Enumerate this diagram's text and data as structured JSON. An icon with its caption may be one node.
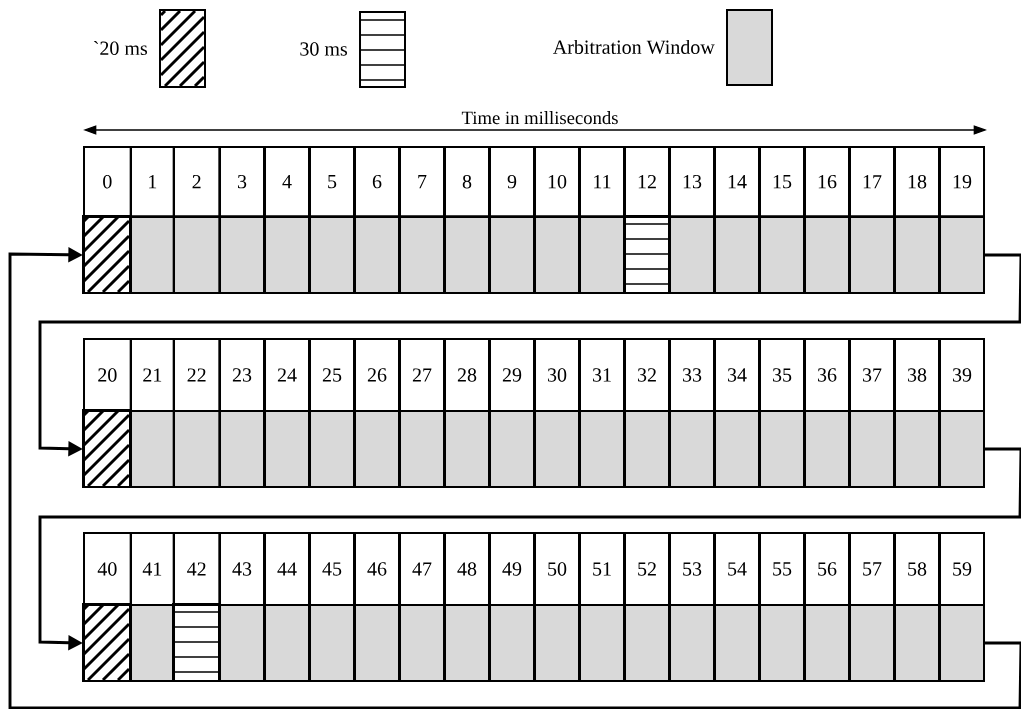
{
  "diagram": {
    "nodes": [
      {
        "text": [
          "0"
        ]
      },
      {
        "text": [
          "1"
        ]
      },
      {
        "text": [
          "2"
        ]
      },
      {
        "text": [
          "3"
        ]
      },
      {
        "text": [
          "4"
        ]
      },
      {
        "text": [
          "5"
        ]
      },
      {
        "text": [
          "6"
        ]
      },
      {
        "text": [
          "7"
        ]
      },
      {
        "text": [
          "8"
        ]
      },
      {
        "text": [
          "9"
        ]
      },
      {
        "text": [
          "10"
        ]
      },
      {
        "text": [
          "11"
        ]
      },
      {
        "text": [
          "12"
        ]
      },
      {
        "text": [
          "13"
        ]
      },
      {
        "text": [
          "14"
        ]
      },
      {
        "text": [
          "15"
        ]
      },
      {
        "text": [
          "16"
        ]
      },
      {
        "text": [
          "17"
        ]
      },
      {
        "text": [
          "18"
        ]
      },
      {
        "text": [
          "19"
        ]
      },
      {
        "text": [],
        "shape": "box"
      },
      {
        "text": [],
        "shape": "box"
      },
      {
        "text": [],
        "shape": "box"
      },
      {
        "text": [],
        "shape": "box"
      },
      {
        "text": [],
        "shape": "box"
      },
      {
        "text": [],
        "shape": "box"
      },
      {
        "text": [],
        "shape": "box"
      },
      {
        "text": [],
        "shape": "box"
      },
      {
        "text": [],
        "shape": "box"
      },
      {
        "text": [],
        "shape": "box"
      },
      {
        "text": [],
        "shape": "box"
      },
      {
        "text": [],
        "shape": "box"
      },
      {
        "text": [],
        "shape": "box"
      },
      {
        "text": [],
        "shape": "box"
      },
      {
        "text": [],
        "shape": "box"
      },
      {
        "text": [],
        "shape": "box"
      },
      {
        "text": [],
        "shape": "box"
      },
      {
        "text": [],
        "shape": "box"
      },
      {
        "text": [],
        "shape": "box"
      },
      {
        "text": [],
        "shape": "box"
      },
      {
        "text": [
          "20"
        ]
      },
      {
        "text": [
          "21"
        ]
      },
      {
        "text": [
          "22"
        ]
      },
      {
        "text": [
          "23"
        ]
      },
      {
        "text": [
          "24"
        ]
      },
      {
        "text": [
          "25"
        ]
      },
      {
        "text": [
          "26"
        ]
      },
      {
        "text": [
          "27"
        ]
      },
      {
        "text": [
          "28"
        ]
      },
      {
        "text": [
          "29"
        ]
      },
      {
        "text": [
          "30"
        ]
      },
      {
        "text": [
          "31"
        ]
      },
      {
        "text": [
          "32"
        ]
      },
      {
        "text": [
          "33"
        ]
      },
      {
        "text": [
          "34"
        ]
      },
      {
        "text": [
          "35"
        ]
      },
      {
        "text": [
          "36"
        ]
      },
      {
        "text": [
          "37"
        ]
      },
      {
        "text": [
          "38"
        ]
      },
      {
        "text": [
          "39"
        ]
      },
      {
        "text": [],
        "shape": "box"
      },
      {
        "text": [],
        "shape": "box"
      },
      {
        "text": [],
        "shape": "box"
      },
      {
        "text": [],
        "shape": "box"
      },
      {
        "text": [],
        "shape": "box"
      },
      {
        "text": [],
        "shape": "box"
      },
      {
        "text": [],
        "shape": "box"
      },
      {
        "text": [],
        "shape": "box"
      },
      {
        "text": [],
        "shape": "box"
      },
      {
        "text": [],
        "shape": "box"
      },
      {
        "text": [],
        "shape": "box"
      },
      {
        "text": [],
        "shape": "box"
      },
      {
        "text": [],
        "shape": "box"
      },
      {
        "text": [],
        "shape": "box"
      },
      {
        "text": [],
        "shape": "box"
      },
      {
        "text": [],
        "shape": "box"
      },
      {
        "text": [],
        "shape": "box"
      },
      {
        "text": [],
        "shape": "box"
      },
      {
        "text": [],
        "shape": "box"
      },
      {
        "text": [],
        "shape": "box"
      },
      {
        "text": [
          "40"
        ]
      },
      {
        "text": [
          "41"
        ]
      },
      {
        "text": [
          "42"
        ]
      },
      {
        "text": [
          "43"
        ]
      },
      {
        "text": [
          "44"
        ]
      },
      {
        "text": [
          "45"
        ]
      },
      {
        "text": [
          "46"
        ]
      },
      {
        "text": [
          "47"
        ]
      },
      {
        "text": [
          "48"
        ]
      },
      {
        "text": [
          "49"
        ]
      },
      {
        "text": [
          "50"
        ]
      },
      {
        "text": [
          "51"
        ]
      },
      {
        "text": [
          "52"
        ]
      },
      {
        "text": [
          "53"
        ]
      },
      {
        "text": [
          "54"
        ]
      },
      {
        "text": [
          "55"
        ]
      },
      {
        "text": [
          "56"
        ]
      },
      {
        "text": [
          "57"
        ]
      },
      {
        "text": [
          "58"
        ]
      },
      {
        "text": [
          "59"
        ]
      },
      {
        "text": [],
        "shape": "box"
      },
      {
        "text": [],
        "shape": "box"
      },
      {
        "text": [],
        "shape": "box"
      },
      {
        "text": [],
        "shape": "box"
      },
      {
        "text": [],
        "shape": "box"
      },
      {
        "text": [],
        "shape": "box"
      },
      {
        "text": [],
        "shape": "box"
      },
      {
        "text": [],
        "shape": "box"
      },
      {
        "text": [],
        "shape": "box"
      },
      {
        "text": [],
        "shape": "box"
      },
      {
        "text": [],
        "shape": "box"
      },
      {
        "text": [],
        "shape": "box"
      },
      {
        "text": [],
        "shape": "box"
      },
      {
        "text": [],
        "shape": "box"
      },
      {
        "text": [],
        "shape": "box"
      },
      {
        "text": [],
        "shape": "box"
      },
      {
        "text": [],
        "shape": "box"
      },
      {
        "text": [],
        "shape": "box"
      },
      {
        "text": [],
        "shape": "box"
      },
      {
        "text": [],
        "shape": "box"
      }
    ],
    "edges": [
      {
        "from": 39,
        "to": 60,
        "arrow": "to"
      },
      {
        "from": 79,
        "to": 100,
        "arrow": "to"
      },
      {
        "from": 119,
        "to": 20,
        "arrow": "to"
      }
    ],
    "labels": [
      "Time in milliseconds"
    ],
    "legend": [
      {
        "text": "`20 ms"
      },
      {
        "text": "30 ms"
      },
      {
        "text": "Arbitration Window",
        "color": "#d9d9d9"
      }
    ]
  }
}
